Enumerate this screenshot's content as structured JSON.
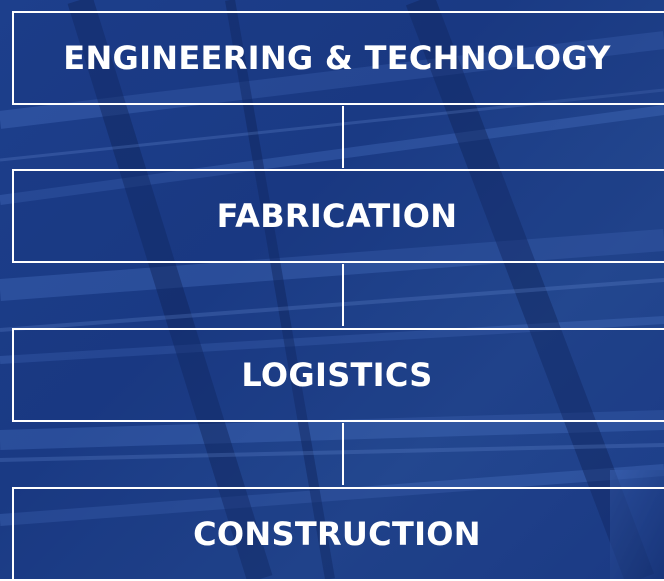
{
  "stages": [
    {
      "label": "ENGINEERING & TECHNOLOGY"
    },
    {
      "label": "FABRICATION"
    },
    {
      "label": "LOGISTICS"
    },
    {
      "label": "CONSTRUCTION"
    }
  ],
  "colors": {
    "background": "#1d3f8c",
    "box_border": "#ffffff",
    "text": "#ffffff"
  }
}
